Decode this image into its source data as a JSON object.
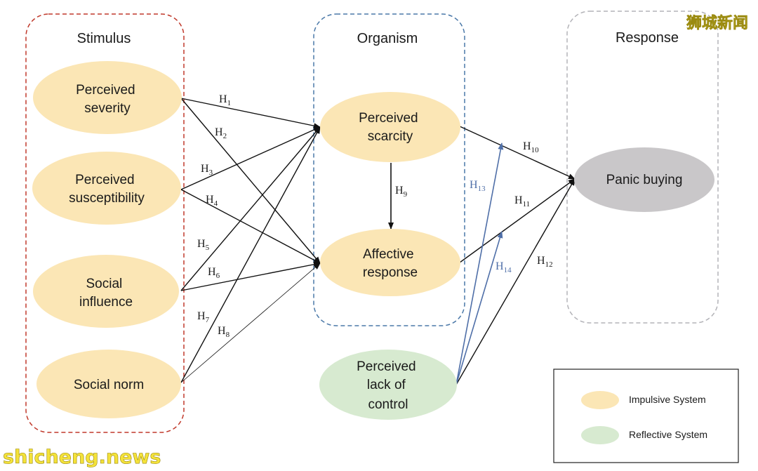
{
  "colors": {
    "impulsive": "#fbe6b5",
    "reflective": "#d7ead0",
    "response_node": "#c9c7c9",
    "stimulus_border": "#c0392b",
    "organism_border": "#4a78a8",
    "response_border": "#b3b3b8",
    "arrow": "#111111",
    "moderator_arrow": "#4f6fa8"
  },
  "groups": {
    "stimulus": "Stimulus",
    "organism": "Organism",
    "response": "Response"
  },
  "nodes": {
    "perceived_severity": [
      "Perceived",
      "severity"
    ],
    "perceived_susceptibility": [
      "Perceived",
      "susceptibility"
    ],
    "social_influence": [
      "Social",
      "influence"
    ],
    "social_norm": [
      "Social norm"
    ],
    "perceived_scarcity": [
      "Perceived",
      "scarcity"
    ],
    "affective_response": [
      "Affective",
      "response"
    ],
    "perceived_lack_of_control": [
      "Perceived",
      "lack of",
      "control"
    ],
    "panic_buying": [
      "Panic buying"
    ]
  },
  "hypotheses": {
    "h1": {
      "main": "H",
      "sub": "1"
    },
    "h2": {
      "main": "H",
      "sub": "2"
    },
    "h3": {
      "main": "H",
      "sub": "3"
    },
    "h4": {
      "main": "H",
      "sub": "4"
    },
    "h5": {
      "main": "H",
      "sub": "5"
    },
    "h6": {
      "main": "H",
      "sub": "6"
    },
    "h7": {
      "main": "H",
      "sub": "7"
    },
    "h8": {
      "main": "H",
      "sub": "8"
    },
    "h9": {
      "main": "H",
      "sub": "9"
    },
    "h10": {
      "main": "H",
      "sub": "10"
    },
    "h11": {
      "main": "H",
      "sub": "11"
    },
    "h12": {
      "main": "H",
      "sub": "12"
    },
    "h13": {
      "main": "H",
      "sub": "13"
    },
    "h14": {
      "main": "H",
      "sub": "14"
    }
  },
  "legend": {
    "impulsive": "Impulsive System",
    "reflective": "Reflective System"
  },
  "watermarks": {
    "top_right": "狮城新闻",
    "bottom_left": "shicheng.news"
  }
}
